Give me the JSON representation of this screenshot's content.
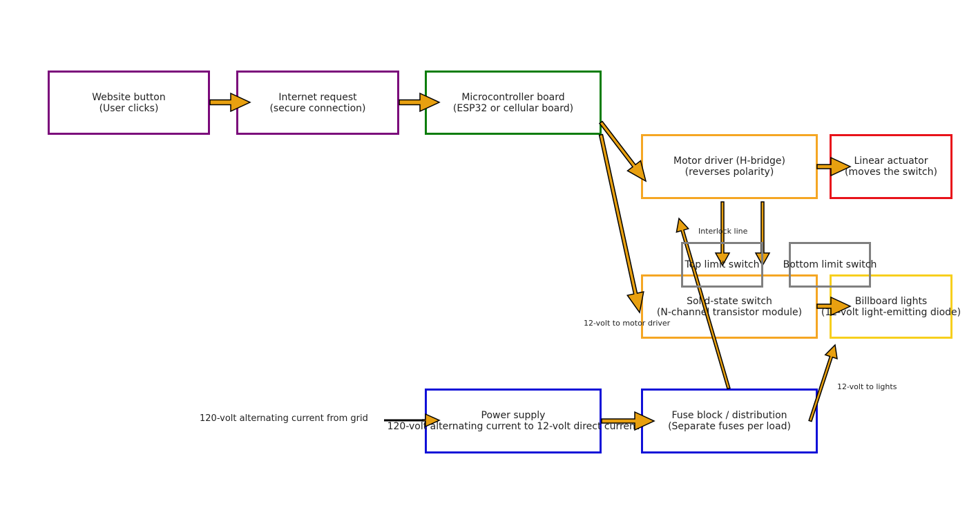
{
  "colors": {
    "purple": "#7b0a7b",
    "green": "#0a7d0a",
    "orange": "#f5a623",
    "red": "#e8121a",
    "gray": "#808080",
    "yellow": "#f7cf1d",
    "blue": "#1010d8",
    "arrow_fill": "#e8a010",
    "arrow_stroke": "#000000"
  },
  "nodes": {
    "website_button": {
      "line1": "Website button",
      "line2": "(User clicks)"
    },
    "internet_request": {
      "line1": "Internet request",
      "line2": "(secure connection)"
    },
    "microcontroller": {
      "line1": "Microcontroller board",
      "line2": "(ESP32 or cellular board)"
    },
    "motor_driver": {
      "line1": "Motor driver (H-bridge)",
      "line2": "(reverses polarity)"
    },
    "linear_actuator": {
      "line1": "Linear actuator",
      "line2": "(moves the switch)"
    },
    "top_limit": {
      "line1": "Top limit switch"
    },
    "bottom_limit": {
      "line1": "Bottom limit switch"
    },
    "solid_state": {
      "line1": "Solid-state switch",
      "line2": "(N-channel transistor module)"
    },
    "billboard_lights": {
      "line1": "Billboard lights",
      "line2": "(12-volt light-emitting diode)"
    },
    "power_supply": {
      "line1": "Power supply",
      "line2": "120-volt alternating current to 12-volt direct current"
    },
    "fuse_block": {
      "line1": "Fuse block / distribution",
      "line2": "(Separate fuses per load)"
    }
  },
  "labels": {
    "interlock": "Interlock line",
    "motor_12v": "12-volt to motor driver",
    "lights_12v": "12-volt to lights",
    "grid": "120-volt alternating current from grid"
  }
}
